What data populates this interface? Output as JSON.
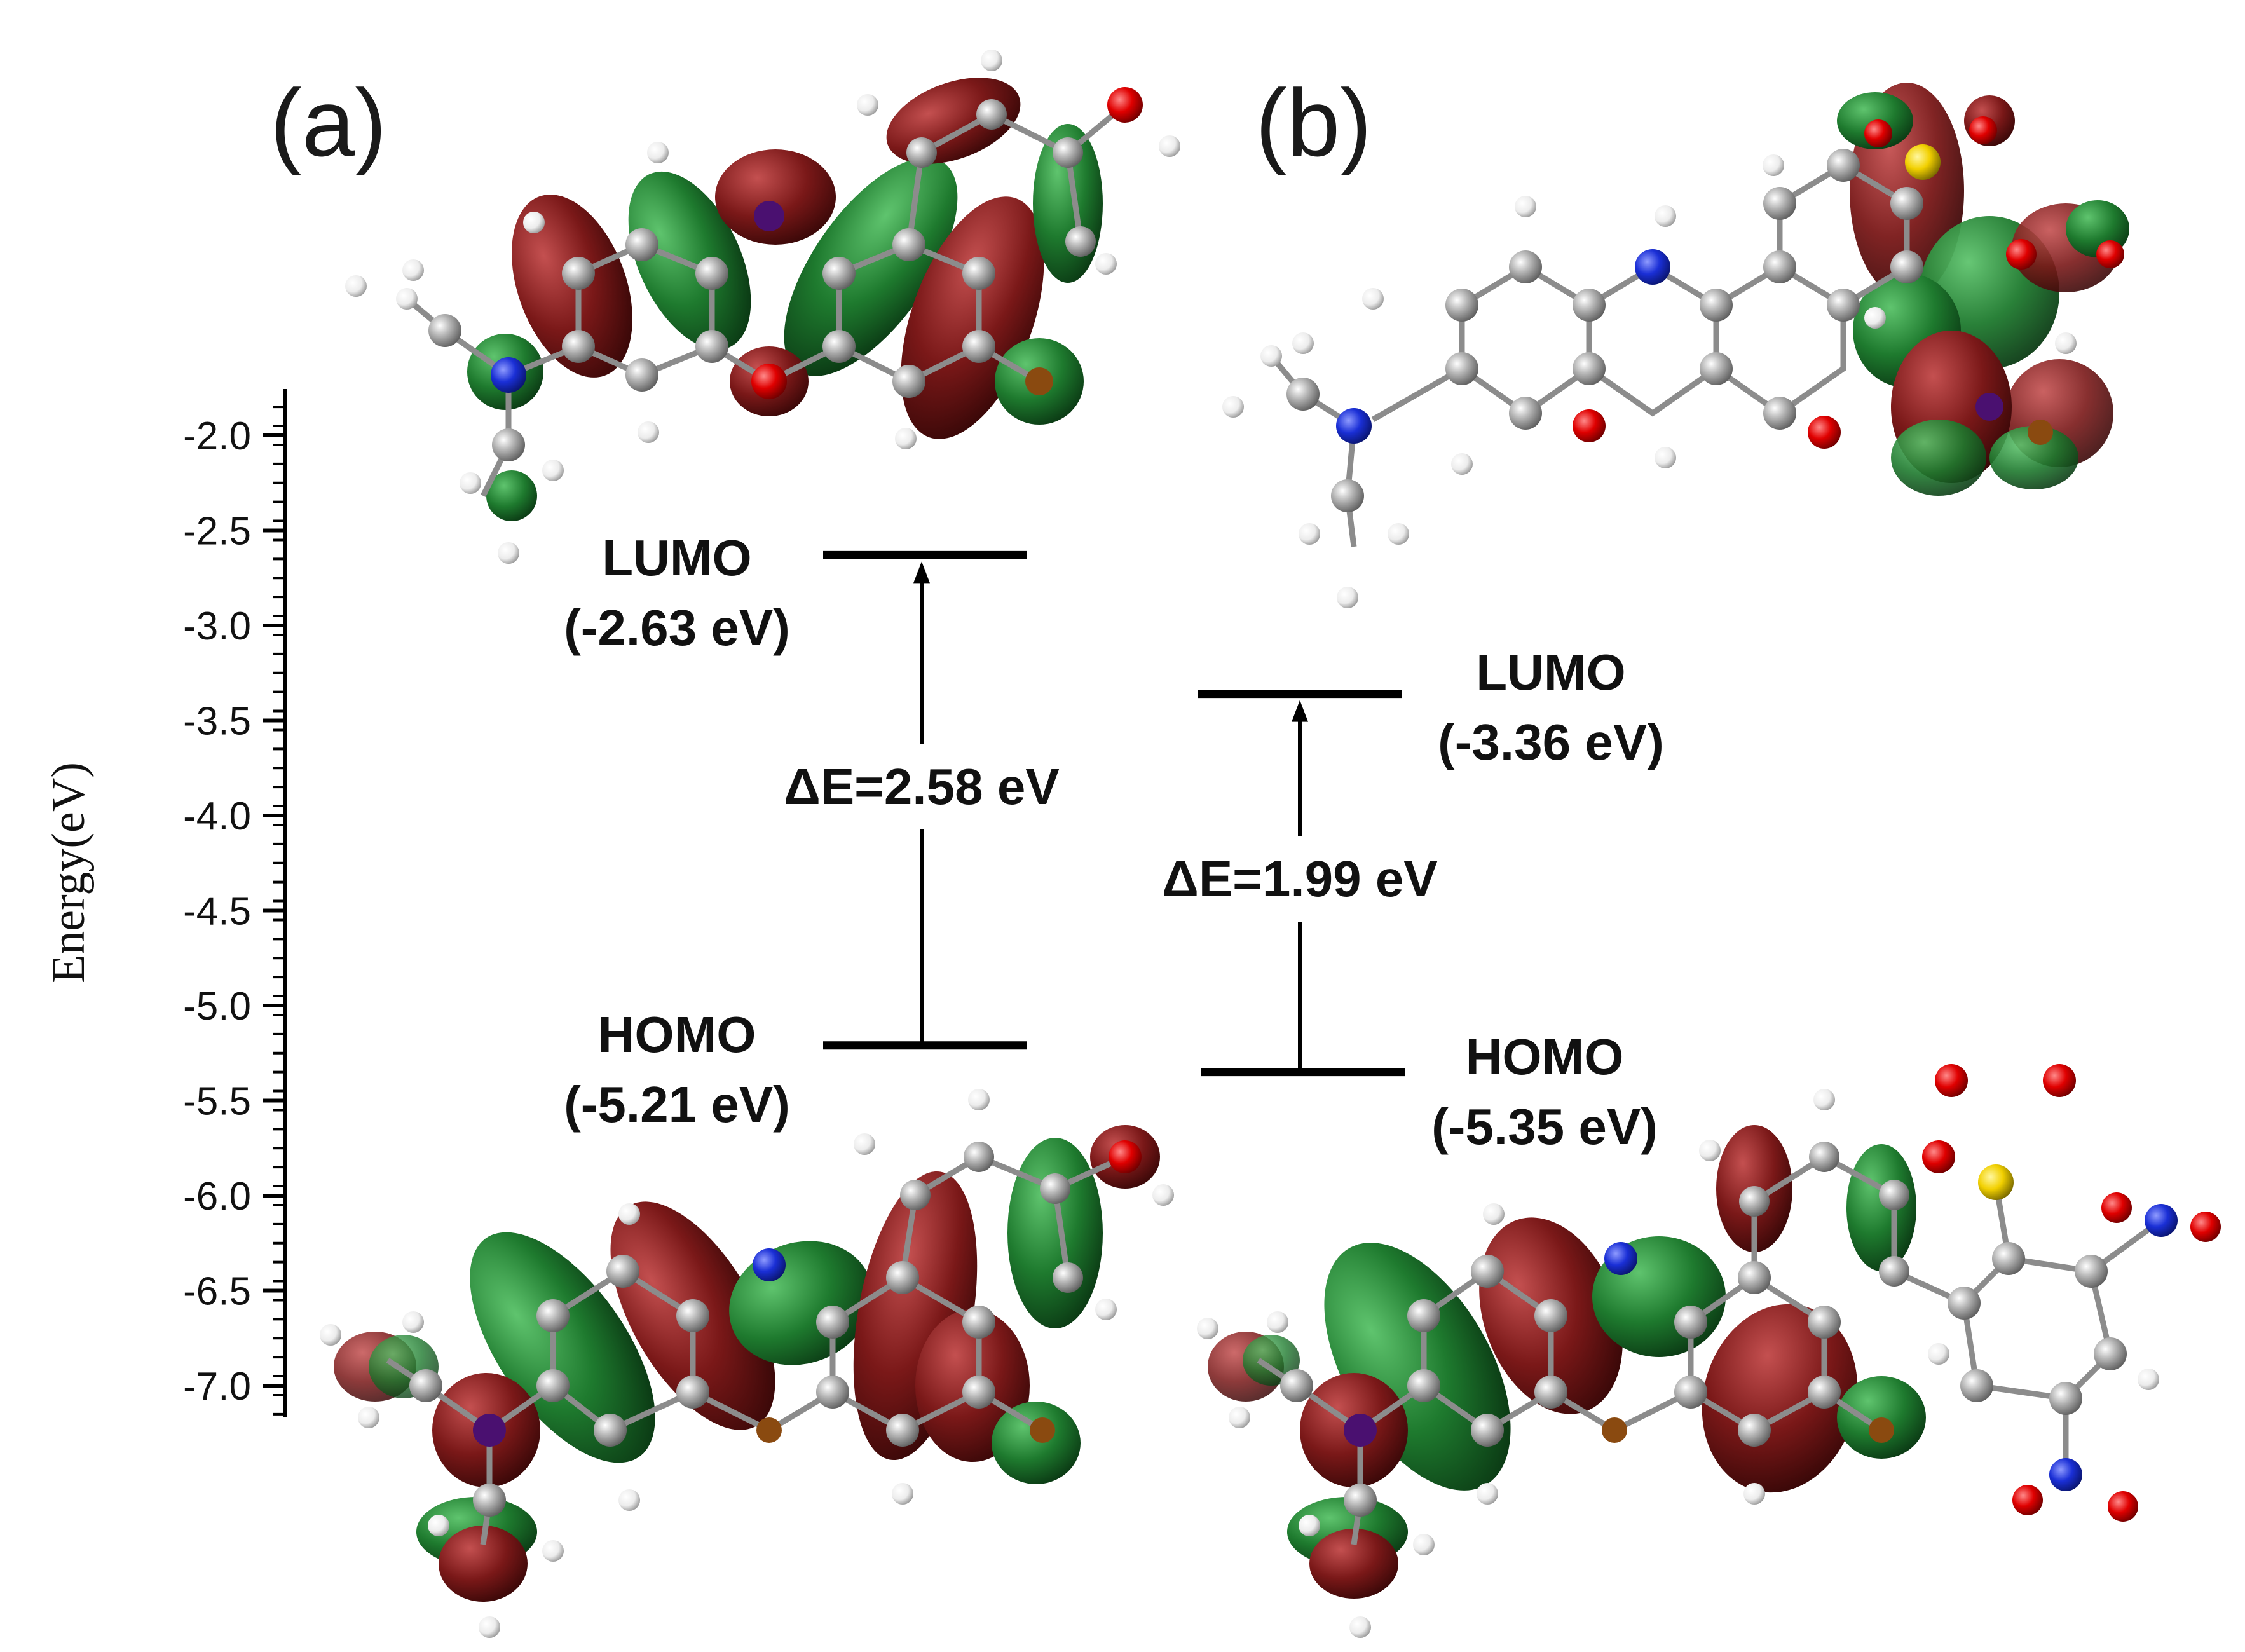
{
  "panels": {
    "a": {
      "label": "(a)",
      "lumo_title": "LUMO",
      "lumo_value_text": "(-2.63 eV)",
      "homo_title": "HOMO",
      "homo_value_text": "(-5.21 eV)",
      "gap_text": "ΔE=2.58 eV"
    },
    "b": {
      "label": "(b)",
      "lumo_title": "LUMO",
      "lumo_value_text": "(-3.36 eV)",
      "homo_title": "HOMO",
      "homo_value_text": "(-5.35 eV)",
      "gap_text": "ΔE=1.99 eV"
    }
  },
  "axis": {
    "title": "Energy(eV)",
    "ticks": [
      "-2.0",
      "-2.5",
      "-3.0",
      "-3.5",
      "-4.0",
      "-4.5",
      "-5.0",
      "-5.5",
      "-6.0",
      "-6.5",
      "-7.0"
    ]
  },
  "colors": {
    "orbital_positive": "#1e7a2e",
    "orbital_negative": "#7a1818",
    "carbon_atom": "#9a9a9a",
    "hydrogen_atom": "#f2f2f2",
    "nitrogen_atom": "#1a2fd6",
    "oxygen_atom": "#e00000",
    "sulfur_atom": "#f2d000",
    "level_line": "#000000"
  },
  "chart_data": {
    "type": "energy-level diagram",
    "y_axis": {
      "label": "Energy(eV)",
      "range": [
        -7.0,
        -2.0
      ],
      "major_step": 0.5
    },
    "levels": [
      {
        "panel": "(a)",
        "orbital": "LUMO",
        "energy_eV": -2.63
      },
      {
        "panel": "(a)",
        "orbital": "HOMO",
        "energy_eV": -5.21
      },
      {
        "panel": "(b)",
        "orbital": "LUMO",
        "energy_eV": -3.36
      },
      {
        "panel": "(b)",
        "orbital": "HOMO",
        "energy_eV": -5.35
      }
    ],
    "gaps": [
      {
        "panel": "(a)",
        "delta_E_eV": 2.58
      },
      {
        "panel": "(b)",
        "delta_E_eV": 1.99
      }
    ]
  }
}
